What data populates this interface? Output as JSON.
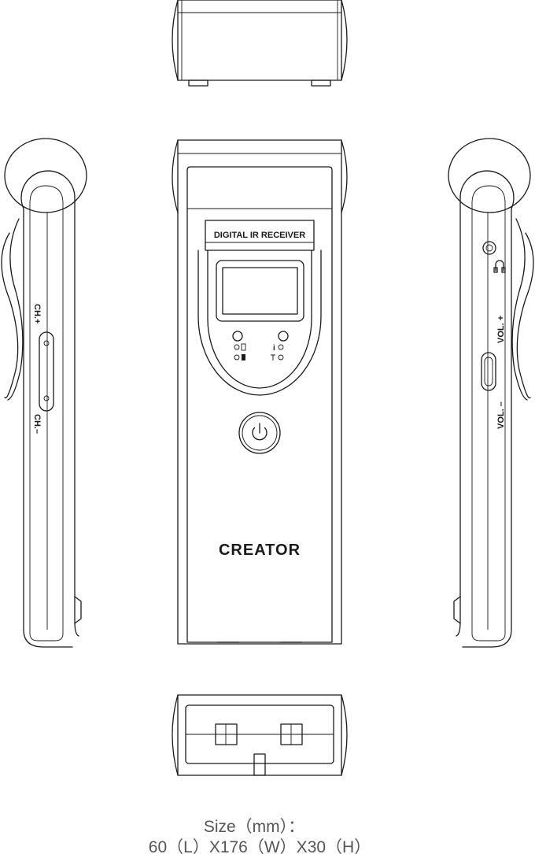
{
  "device": {
    "panel_label": "DIGITAL IR RECEIVER",
    "brand": "CREATOR"
  },
  "left_side": {
    "ch_plus": "CH.+",
    "ch_minus": "CH.–"
  },
  "right_side": {
    "vol_plus": "VOL. +",
    "vol_minus": "VOL. –"
  },
  "caption": {
    "line1": "Size（mm）：",
    "line2": "60（L）X176（W）X30（H）"
  },
  "icons": [
    "power-icon",
    "headphone-icon",
    "battery-icon",
    "info-icon",
    "signal-icon"
  ]
}
